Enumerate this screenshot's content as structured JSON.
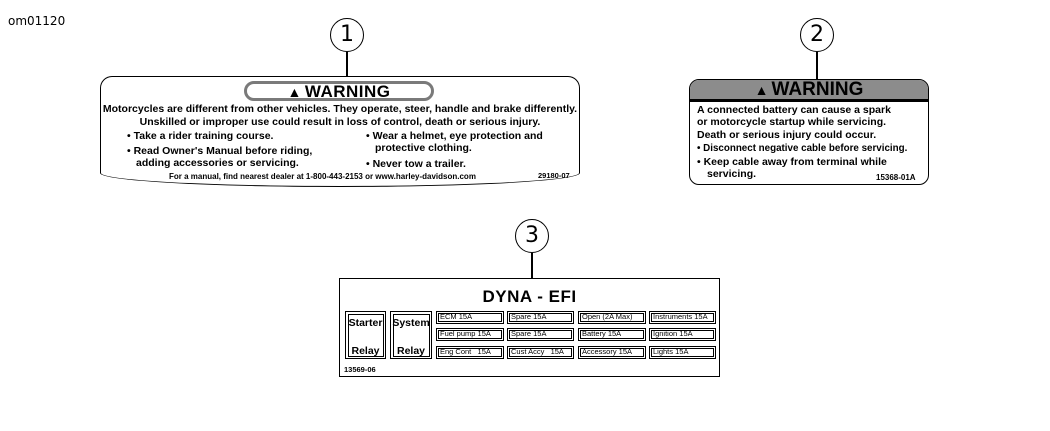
{
  "figure_id": "om01120",
  "callouts": [
    "1",
    "2",
    "3"
  ],
  "label1": {
    "title": "WARNING",
    "line1": "Motorcycles are different from other vehicles.  They operate, steer, handle and brake differently.",
    "line2": "Unskilled or improper use could result in loss of control, death or serious injury.",
    "bullets_left": [
      "• Take a rider training course.",
      "• Read Owner's Manual before riding,",
      "adding accessories or servicing."
    ],
    "bullets_right": [
      "• Wear a helmet, eye protection and",
      "protective clothing.",
      "• Never tow a trailer."
    ],
    "footer": "For a manual, find nearest dealer at 1-800-443-2153 or www.harley-davidson.com",
    "part_number": "29180-07"
  },
  "label2": {
    "title": "WARNING",
    "lines": [
      "A connected battery can cause a spark",
      "or motorcycle startup while servicing.",
      "Death or serious injury could occur.",
      "• Disconnect negative cable before servicing.",
      "• Keep cable away from terminal while",
      "servicing."
    ],
    "part_number": "15368-01A"
  },
  "label3": {
    "title": "DYNA - EFI",
    "relays": [
      {
        "top": "Starter",
        "bottom": "Relay"
      },
      {
        "top": "System",
        "bottom": "Relay"
      }
    ],
    "fuses": [
      [
        "ECM 15A",
        "Spare 15A",
        "Open (2A Max)",
        "Instruments 15A"
      ],
      [
        "Fuel pump 15A",
        "Spare 15A",
        "Battery 15A",
        "Ignition 15A"
      ],
      [
        "Eng Cont   15A",
        "Cust Accy   15A",
        "Accessory 15A",
        "Lights 15A"
      ]
    ],
    "part_number": "13569-06"
  }
}
